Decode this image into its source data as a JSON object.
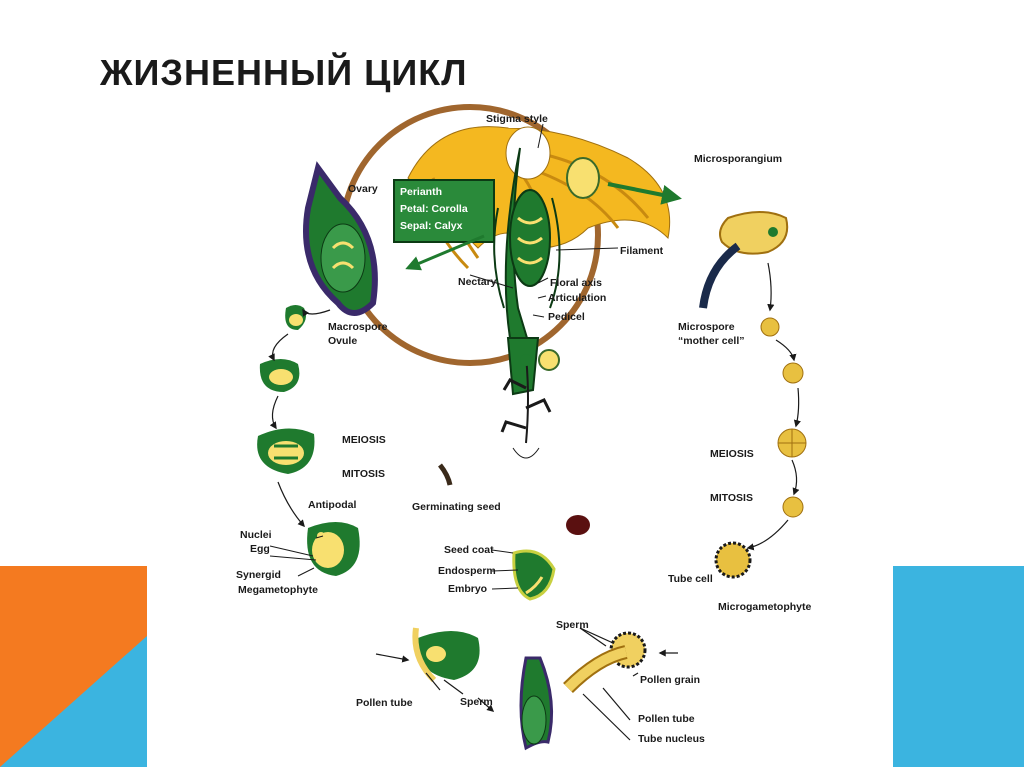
{
  "slide": {
    "title": "ЖИЗНЕННЫЙ ЦИКЛ"
  },
  "colors": {
    "orange": "#f47a20",
    "blue": "#3bb4e0",
    "green": "#1f7a2e",
    "yellow": "#f4b820",
    "brown": "#a0662e",
    "purple": "#3a2a6a"
  },
  "labels": {
    "stigma_style": "Stigma style",
    "microsporangium": "Microsporangium",
    "ovary": "Ovary",
    "perianth": "Perianth",
    "petal_corolla": "Petal: Corolla",
    "sepal_calyx": "Sepal: Calyx",
    "filament": "Filament",
    "nectary": "Nectary",
    "floral_axis": "Floral axis",
    "articulation": "Articulation",
    "pedicel": "Pedicel",
    "macrospore": "Macrospore",
    "ovule": "Ovule",
    "microspore": "Microspore",
    "mother_cell": "“mother cell”",
    "meiosis_left": "MEIOSIS",
    "mitosis_left": "MITOSIS",
    "meiosis_right": "MEIOSIS",
    "mitosis_right": "MITOSIS",
    "antipodal": "Antipodal",
    "nuclei": "Nuclei",
    "egg": "Egg",
    "synergid": "Synergid",
    "megametophyte": "Megametophyte",
    "germinating_seed": "Germinating seed",
    "seed_coat": "Seed coat",
    "endosperm": "Endosperm",
    "embryo": "Embryo",
    "tube_cell": "Tube cell",
    "microgametophyte": "Microgametophyte",
    "sperm_right": "Sperm",
    "pollen_grain": "Pollen grain",
    "pollen_tube_right": "Pollen tube",
    "tube_nucleus": "Tube nucleus",
    "pollen_tube_left": "Pollen tube",
    "sperm_left": "Sperm"
  }
}
